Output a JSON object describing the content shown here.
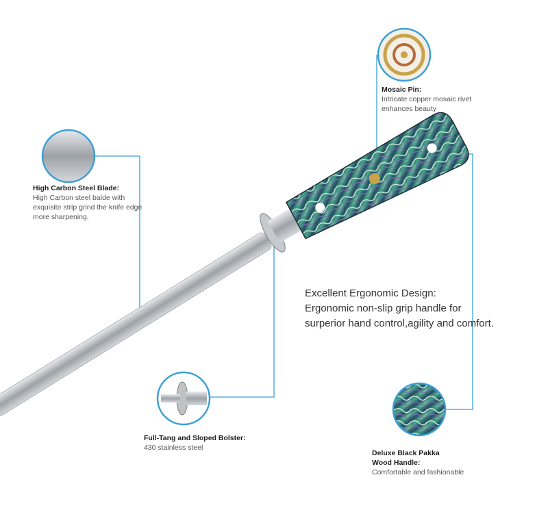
{
  "callouts": {
    "blade": {
      "title": "High Carbon Steel Blade:",
      "text": "High Carbon steel balde with exquisite strip grind the knife edge more sharpening."
    },
    "pin": {
      "title": "Mosaic Pin:",
      "text": "Intricate copper mosaic rivet enhances beauty"
    },
    "bolster": {
      "title": "Full-Tang and Sloped Bolster:",
      "text": "430 stainless steel"
    },
    "handle": {
      "title": "Deluxe Black Pakka Wood Handle:",
      "text": "Comfortable and fashionable"
    },
    "ergonomic": {
      "title": "Excellent Ergonomic Design:",
      "text": "Ergonomic non-slip grip handle for surperior hand control,agility and comfort."
    }
  },
  "colors": {
    "accent": "#3a9fd6",
    "steel": "#b8bcc0",
    "handle": "#2f6f6a",
    "gold": "#c9a24a"
  }
}
